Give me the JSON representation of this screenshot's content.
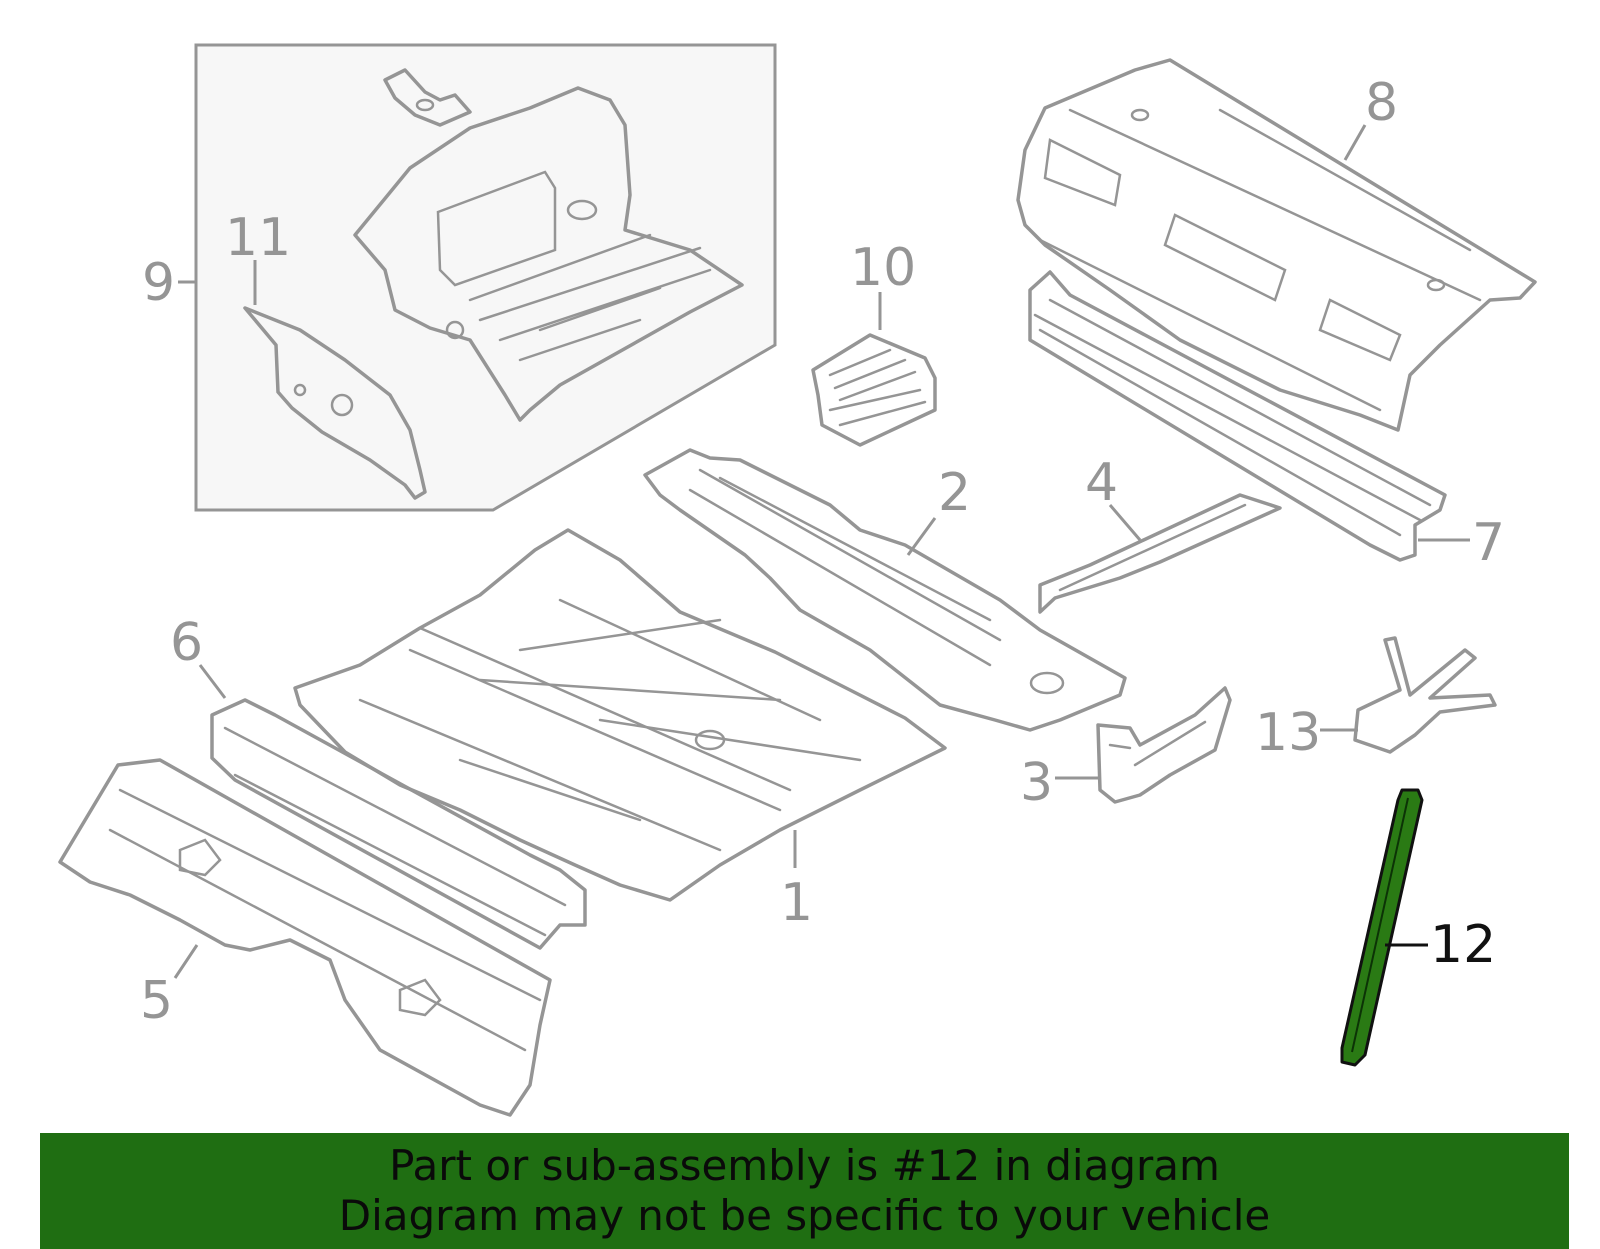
{
  "diagram": {
    "callouts": [
      {
        "id": "1",
        "label": "1"
      },
      {
        "id": "2",
        "label": "2"
      },
      {
        "id": "3",
        "label": "3"
      },
      {
        "id": "4",
        "label": "4"
      },
      {
        "id": "5",
        "label": "5"
      },
      {
        "id": "6",
        "label": "6"
      },
      {
        "id": "7",
        "label": "7"
      },
      {
        "id": "8",
        "label": "8"
      },
      {
        "id": "9",
        "label": "9"
      },
      {
        "id": "10",
        "label": "10"
      },
      {
        "id": "11",
        "label": "11"
      },
      {
        "id": "12",
        "label": "12"
      },
      {
        "id": "13",
        "label": "13"
      }
    ],
    "highlighted_part": "12",
    "colors": {
      "line": "#959595",
      "highlight_fill": "#2a7a14",
      "banner": "#1f6e12",
      "text_dark": "#0a0a0a"
    }
  },
  "banner": {
    "line1": "Part or sub-assembly is #12 in diagram",
    "line2": "Diagram may not be specific to your vehicle"
  }
}
